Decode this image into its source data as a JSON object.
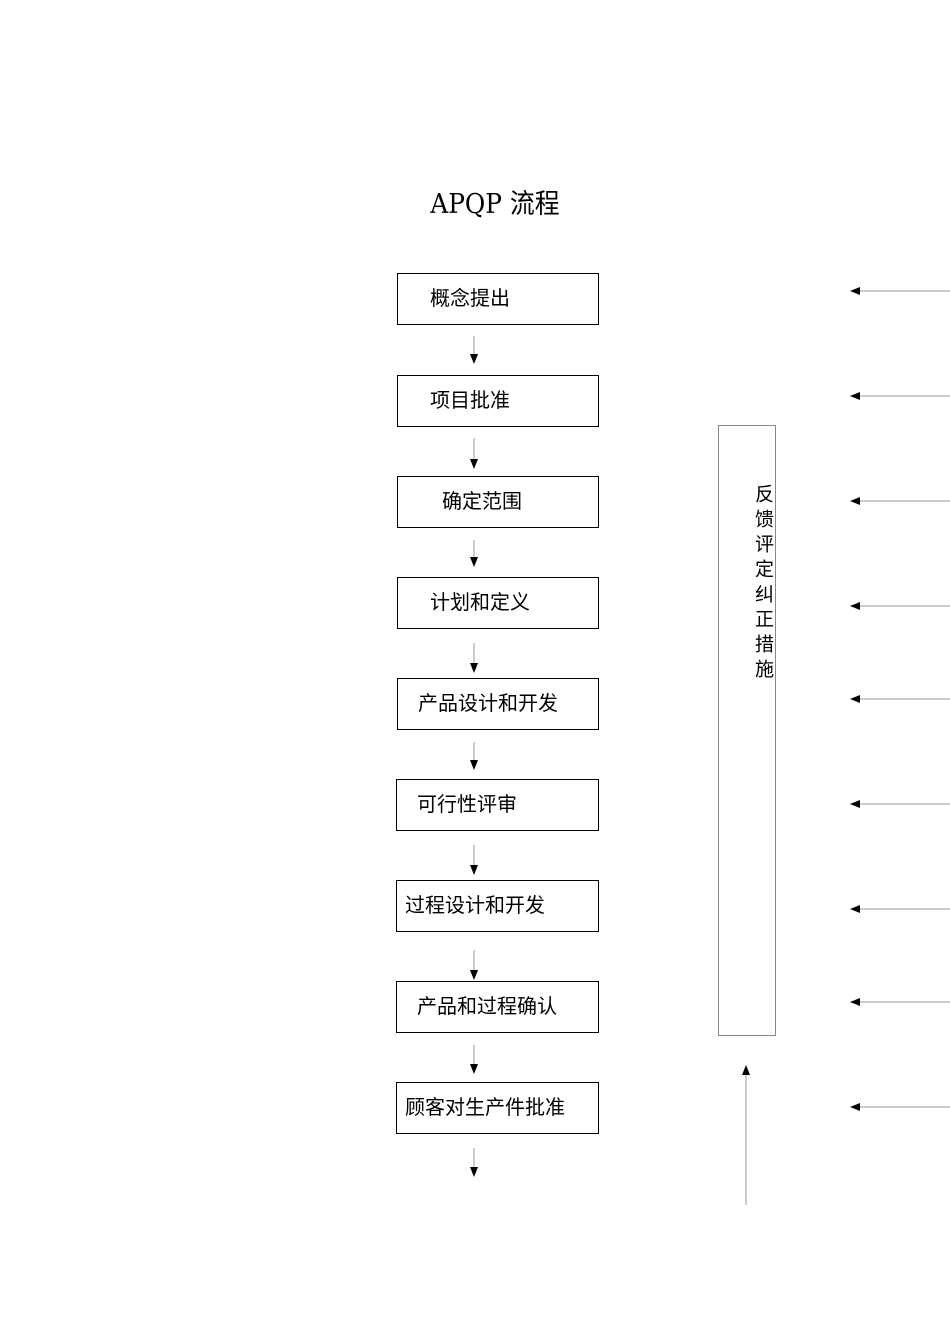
{
  "title": "APQP 流程",
  "steps": [
    {
      "label": "概念提出"
    },
    {
      "label": "项目批准"
    },
    {
      "label": "确定范围"
    },
    {
      "label": "计划和定义"
    },
    {
      "label": "产品设计和开发"
    },
    {
      "label": "可行性评审"
    },
    {
      "label": "过程设计和开发"
    },
    {
      "label": "产品和过程确认"
    },
    {
      "label": "顾客对生产件批准"
    }
  ],
  "feedback": {
    "label": "反馈评定纠正措施"
  }
}
